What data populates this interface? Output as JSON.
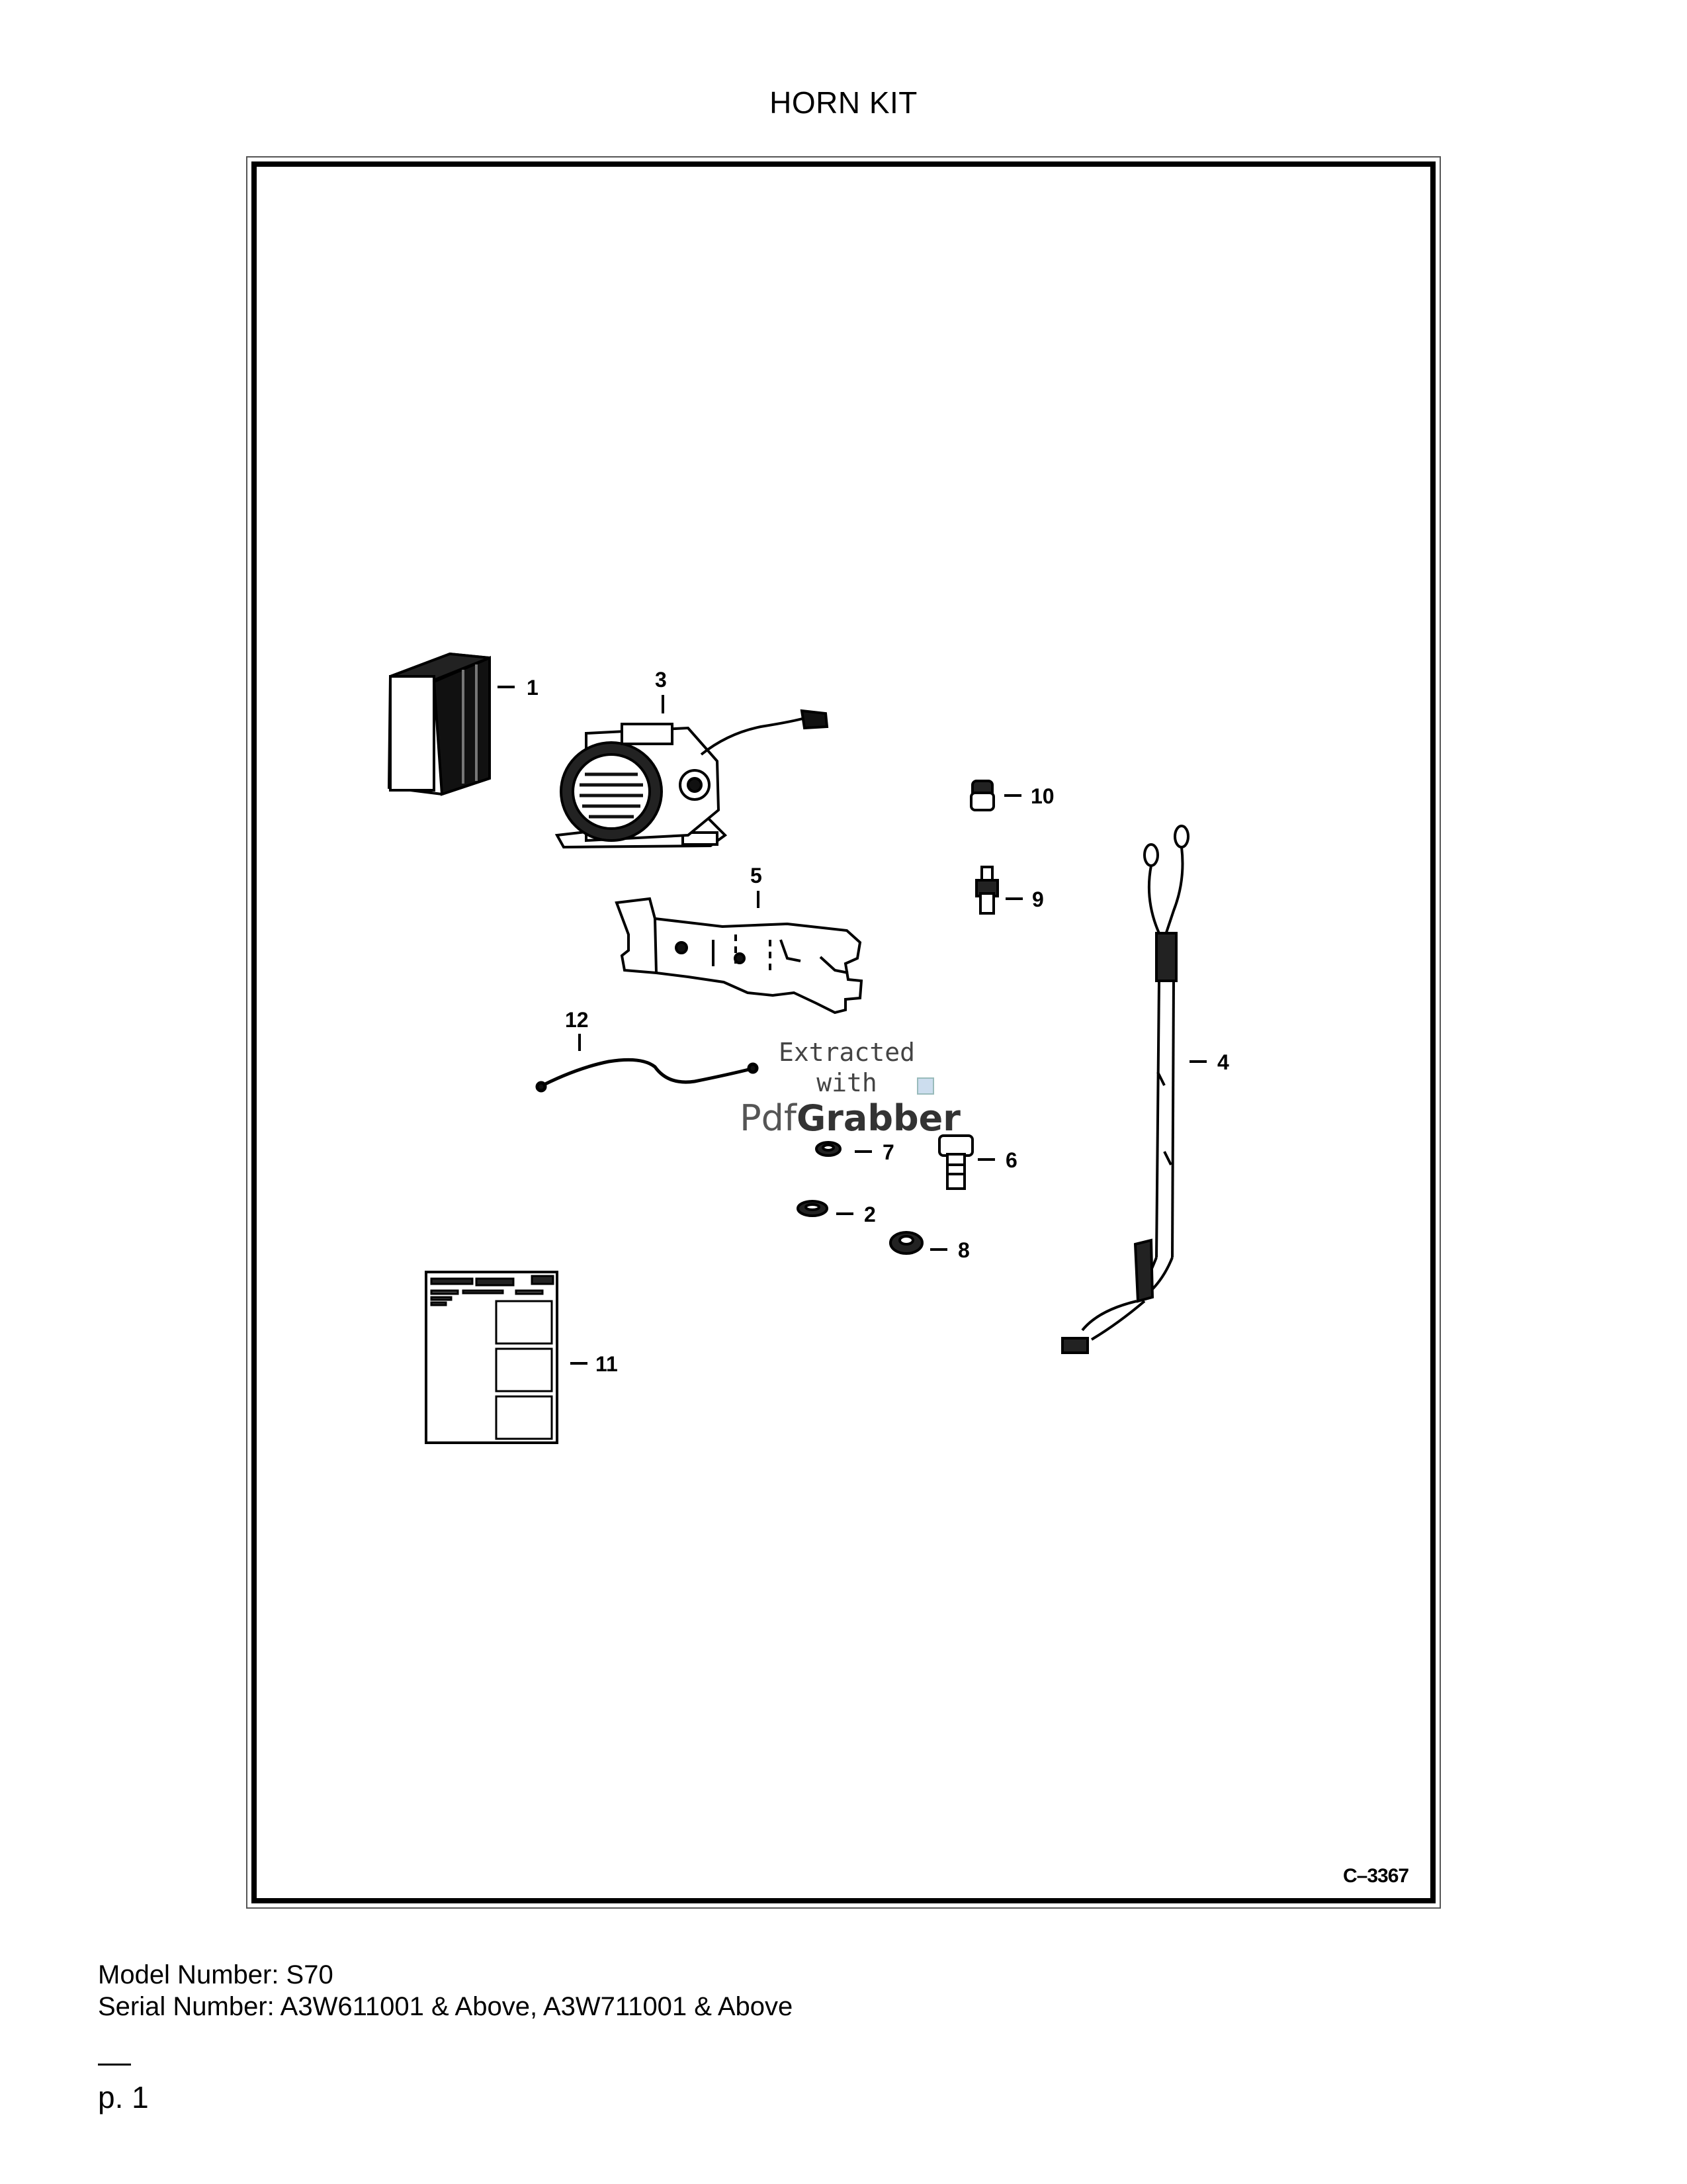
{
  "page": {
    "title": "HORN KIT",
    "figure_id": "C–3367",
    "model_line": "Model Number: S70",
    "serial_line": "Serial Number: A3W611001 & Above, A3W711001 & Above",
    "page_number": "p. 1"
  },
  "watermark": {
    "line1": "Extracted",
    "line2": "with",
    "brand_a": "Pdf",
    "brand_b": "Grabber"
  },
  "callouts": [
    {
      "id": "1",
      "text": "1"
    },
    {
      "id": "2",
      "text": "2"
    },
    {
      "id": "3",
      "text": "3"
    },
    {
      "id": "4",
      "text": "4"
    },
    {
      "id": "5",
      "text": "5"
    },
    {
      "id": "6",
      "text": "6"
    },
    {
      "id": "7",
      "text": "7"
    },
    {
      "id": "8",
      "text": "8"
    },
    {
      "id": "9",
      "text": "9"
    },
    {
      "id": "10",
      "text": "10"
    },
    {
      "id": "11",
      "text": "11"
    },
    {
      "id": "12",
      "text": "12"
    }
  ]
}
